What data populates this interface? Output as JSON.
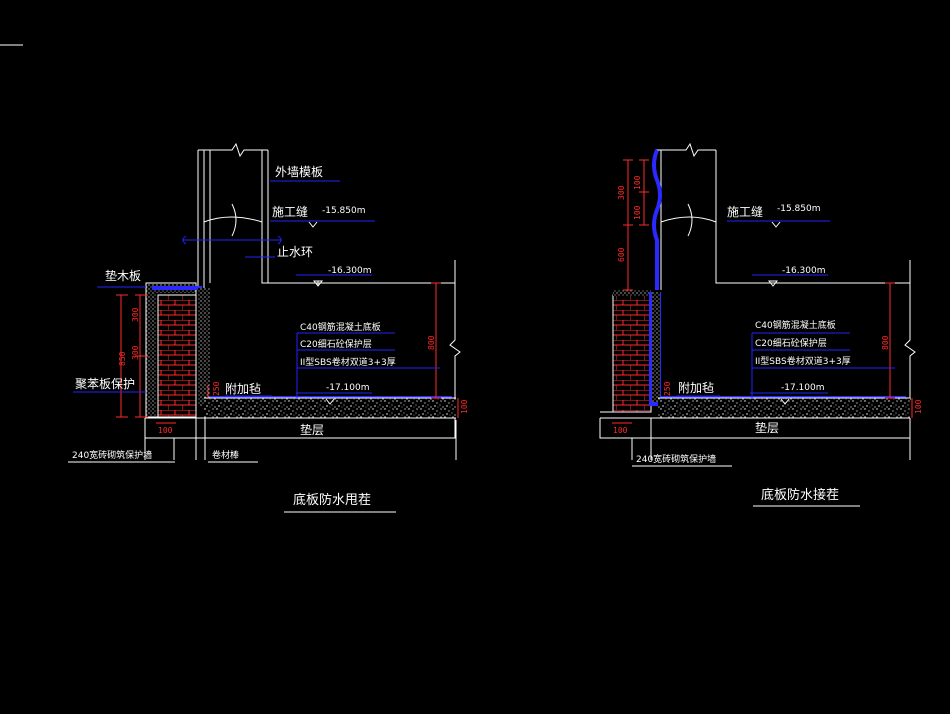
{
  "colors": {
    "background": "#000000",
    "line": "#ffffff",
    "leader": "#2222ff",
    "waterproof": "#2a2aff",
    "dimension": "#ff2a2a"
  },
  "left": {
    "title": "底板防水甩茬",
    "labels": {
      "formwork": "外墙模板",
      "joint": "施工缝",
      "ring": "止水环",
      "woodboard": "垫木板",
      "eps": "聚苯板保护",
      "additional": "附加毡",
      "cushion": "垫层",
      "wall": "240宽砖砌筑保护墙",
      "rollbar": "卷材棒"
    },
    "elevations": {
      "e1": "-15.850m",
      "e2": "-16.300m",
      "e3": "-17.100m"
    },
    "notes": [
      "C40钢筋混凝土底板",
      "C20细石砼保护层",
      "II型SBS卷材双道3+3厚"
    ],
    "dims": {
      "d850": "850",
      "d300a": "300",
      "d300b": "300",
      "d800": "800",
      "d100": "100",
      "d250": "250",
      "d100b": "100"
    }
  },
  "right": {
    "title": "底板防水接茬",
    "labels": {
      "joint": "施工缝",
      "additional": "附加毡",
      "cushion": "垫层",
      "wall": "240宽砖砌筑保护墙"
    },
    "elevations": {
      "e1": "-15.850m",
      "e2": "-16.300m",
      "e3": "-17.100m"
    },
    "notes": [
      "C40钢筋混凝土底板",
      "C20细石砼保护层",
      "II型SBS卷材双道3+3厚"
    ],
    "dims": {
      "d300": "300",
      "d100a": "100",
      "d100b": "100",
      "d600": "600",
      "d800": "800",
      "d100c": "100",
      "d250": "250",
      "d100d": "100"
    }
  }
}
